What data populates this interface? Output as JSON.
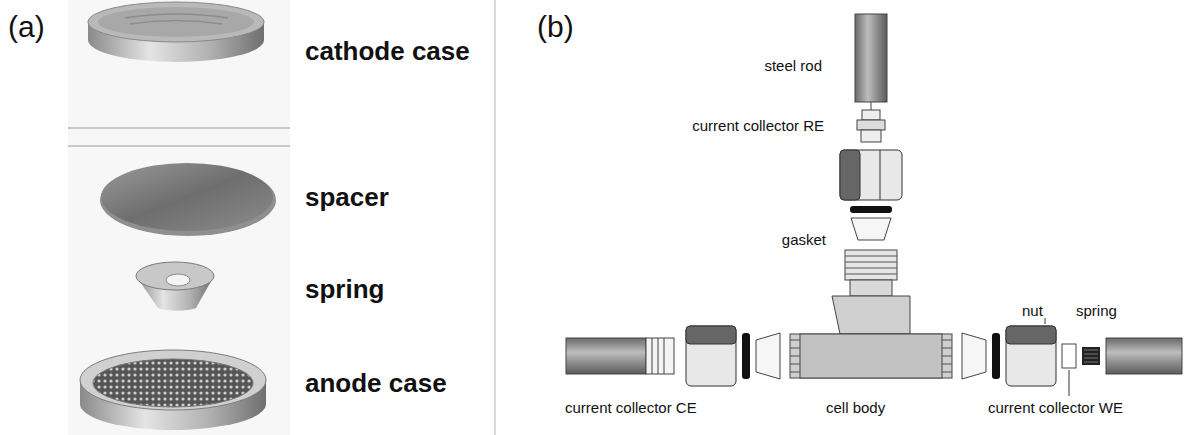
{
  "diagram": {
    "labels": [
      "(a)",
      "cathode case",
      "spacer",
      "spring",
      "anode case",
      "(b)",
      "steel rod",
      "current collector RE",
      "gasket",
      "nut",
      "spring",
      "current collector CE",
      "cell body",
      "current collector WE"
    ]
  }
}
